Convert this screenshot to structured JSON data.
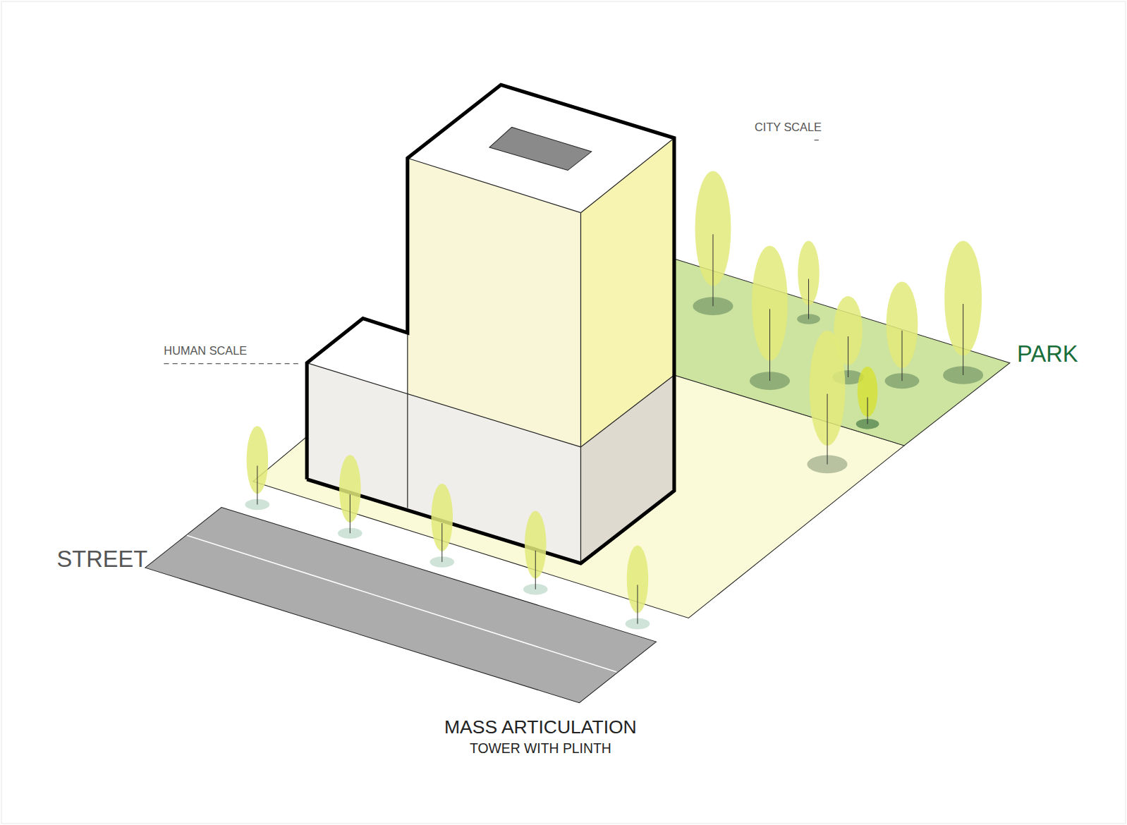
{
  "diagram": {
    "title": "MASS ARTICULATION",
    "caption": "TOWER WITH PLINTH",
    "labels": [
      "CITY SCALE",
      "HUMAN SCALE",
      "STREET",
      "PARK"
    ]
  }
}
